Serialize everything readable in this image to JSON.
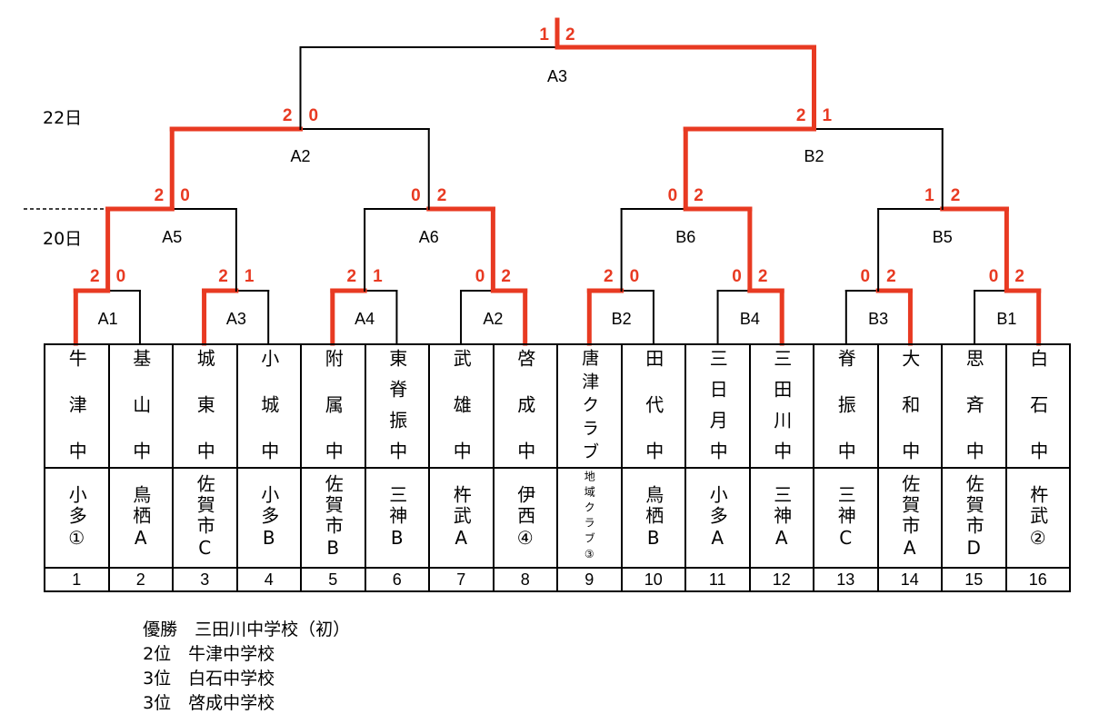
{
  "days": {
    "upper": "22日",
    "lower": "20日"
  },
  "colors": {
    "winner": "#e83a22",
    "line": "#000000"
  },
  "teams": [
    {
      "name": "牛津中",
      "sub": "小多①",
      "num": "1"
    },
    {
      "name": "基山中",
      "sub": "鳥栖A",
      "num": "2"
    },
    {
      "name": "城東中",
      "sub": "佐賀市C",
      "num": "3"
    },
    {
      "name": "小城中",
      "sub": "小多B",
      "num": "4"
    },
    {
      "name": "附属中",
      "sub": "佐賀市B",
      "num": "5"
    },
    {
      "name": "東脊振中",
      "sub": "三神B",
      "num": "6"
    },
    {
      "name": "武雄中",
      "sub": "杵武A",
      "num": "7"
    },
    {
      "name": "啓成中",
      "sub": "伊西④",
      "num": "8"
    },
    {
      "name": "唐津クラブ",
      "sub": "地域クラブ③",
      "num": "9"
    },
    {
      "name": "田代中",
      "sub": "鳥栖B",
      "num": "10"
    },
    {
      "name": "三日月中",
      "sub": "小多A",
      "num": "11"
    },
    {
      "name": "三田川中",
      "sub": "三神A",
      "num": "12"
    },
    {
      "name": "脊振中",
      "sub": "三神C",
      "num": "13"
    },
    {
      "name": "大和中",
      "sub": "佐賀市A",
      "num": "14"
    },
    {
      "name": "思斉中",
      "sub": "佐賀市D",
      "num": "15"
    },
    {
      "name": "白石中",
      "sub": "杵武②",
      "num": "16"
    }
  ],
  "rounds": [
    [
      {
        "label": "A1",
        "scores": [
          "2",
          "0"
        ],
        "winner": "left"
      },
      {
        "label": "A3",
        "scores": [
          "2",
          "1"
        ],
        "winner": "left"
      },
      {
        "label": "A4",
        "scores": [
          "2",
          "1"
        ],
        "winner": "left"
      },
      {
        "label": "A2",
        "scores": [
          "0",
          "2"
        ],
        "winner": "right"
      },
      {
        "label": "B2",
        "scores": [
          "2",
          "0"
        ],
        "winner": "left"
      },
      {
        "label": "B4",
        "scores": [
          "0",
          "2"
        ],
        "winner": "right"
      },
      {
        "label": "B3",
        "scores": [
          "0",
          "2"
        ],
        "winner": "right"
      },
      {
        "label": "B1",
        "scores": [
          "0",
          "2"
        ],
        "winner": "right"
      }
    ],
    [
      {
        "label": "A5",
        "scores": [
          "2",
          "0"
        ],
        "winner": "left"
      },
      {
        "label": "A6",
        "scores": [
          "0",
          "2"
        ],
        "winner": "right"
      },
      {
        "label": "B6",
        "scores": [
          "0",
          "2"
        ],
        "winner": "right"
      },
      {
        "label": "B5",
        "scores": [
          "1",
          "2"
        ],
        "winner": "right"
      }
    ],
    [
      {
        "label": "A2",
        "scores": [
          "2",
          "0"
        ],
        "winner": "left"
      },
      {
        "label": "B2",
        "scores": [
          "2",
          "1"
        ],
        "winner": "left"
      }
    ],
    [
      {
        "label": "A3",
        "scores": [
          "1",
          "2"
        ],
        "winner": "right"
      }
    ]
  ],
  "results": [
    "優勝　三田川中学校（初）",
    "2位　牛津中学校",
    "3位　白石中学校",
    "3位　啓成中学校"
  ]
}
